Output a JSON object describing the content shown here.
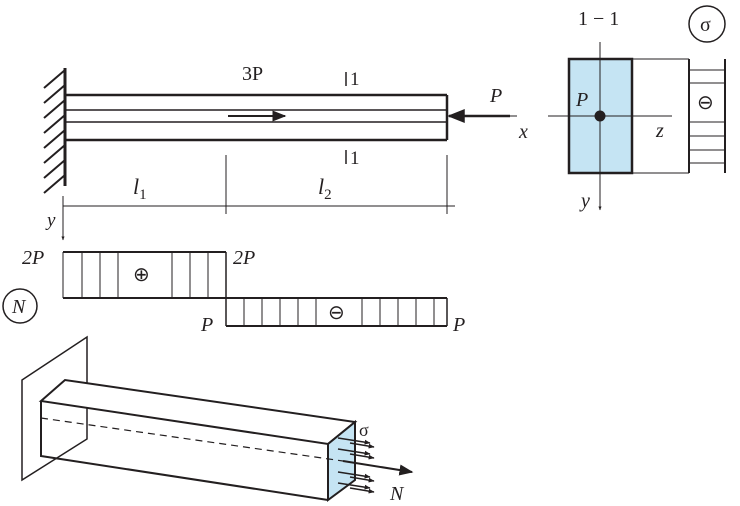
{
  "labels": {
    "axial_force": "3P",
    "section_mark": "1",
    "end_load": "P",
    "x_axis": "x",
    "length_1": "l",
    "length_1_sub": "1",
    "length_2": "l",
    "length_2_sub": "2",
    "y_axis_diagram": "y",
    "diagram_value_left": "2P",
    "diagram_value_mid": "2P",
    "diagram_value_p_left": "P",
    "diagram_value_p_right": "P",
    "diagram_symbol": "N",
    "section_title": "1 − 1",
    "stress_symbol": "σ",
    "section_point": "P",
    "section_z": "z",
    "section_y": "y",
    "iso_sigma": "σ",
    "iso_N": "N",
    "plus_sign": "⊕",
    "minus_sign": "⊖"
  },
  "colors": {
    "ink": "#231f20",
    "section_fill": "#c5e4f3"
  }
}
